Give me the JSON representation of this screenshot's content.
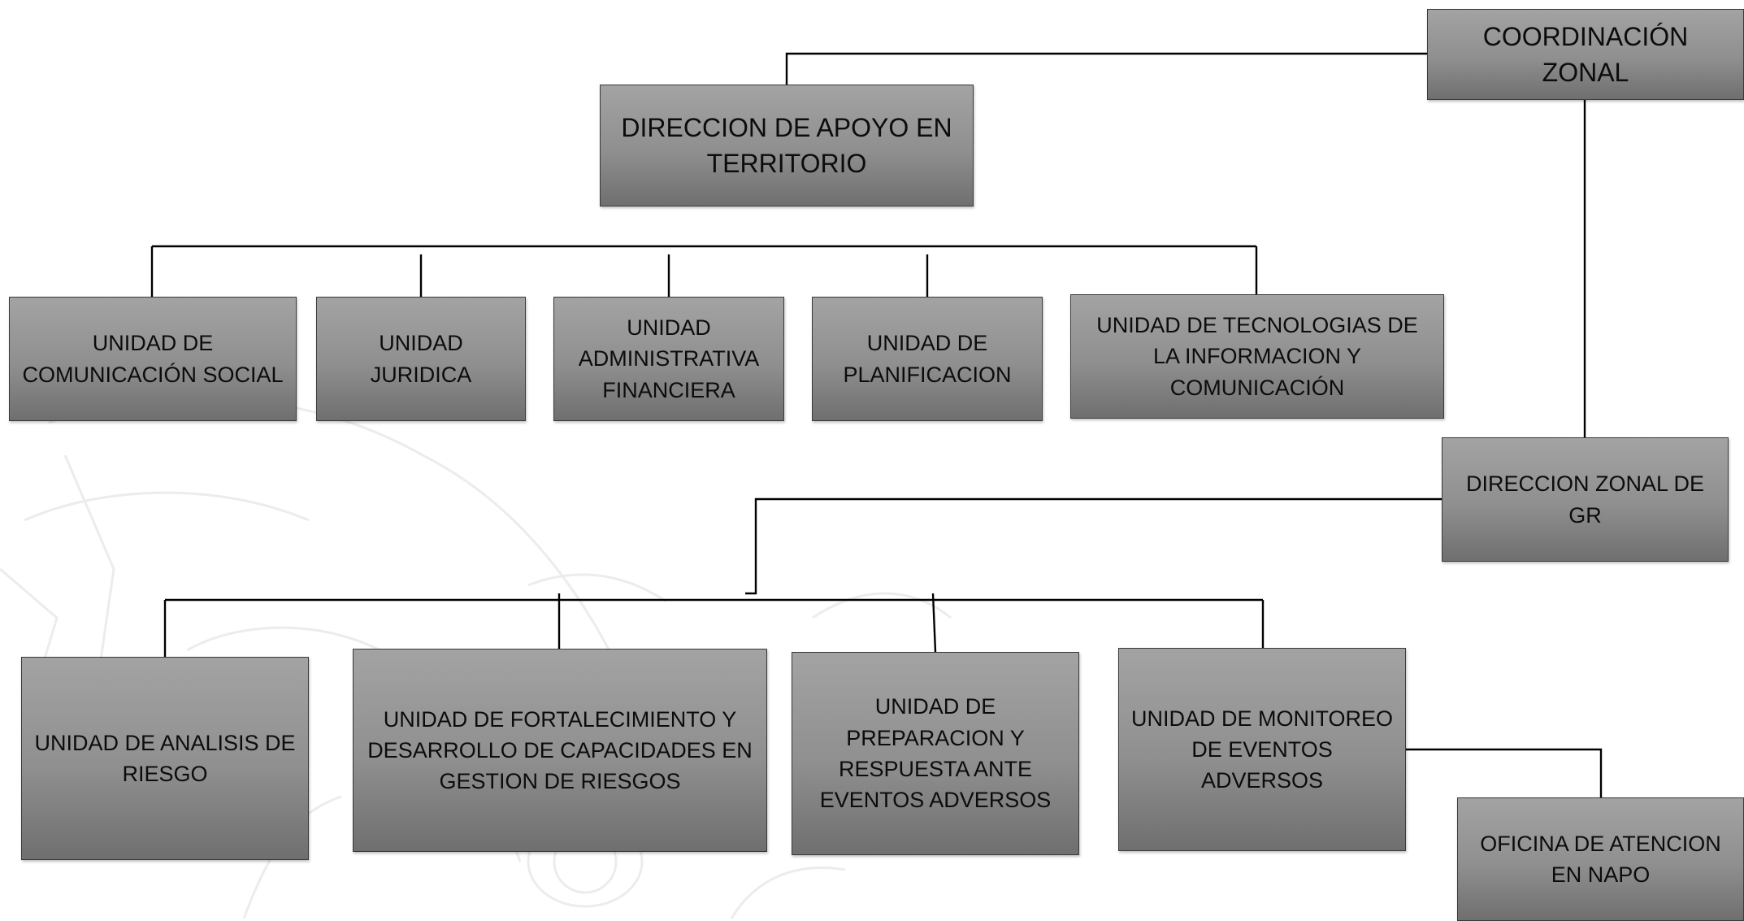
{
  "nodes": {
    "coordinacion_zonal": "COORDINACIÓN ZONAL",
    "direccion_apoyo": "DIRECCION DE APOYO EN TERRITORIO",
    "unidad_comunicacion": "UNIDAD DE COMUNICACIÓN SOCIAL",
    "unidad_juridica": "UNIDAD JURIDICA",
    "unidad_administrativa": "UNIDAD ADMINISTRATIVA FINANCIERA",
    "unidad_planificacion": "UNIDAD DE PLANIFICACION",
    "unidad_tecnologias": "UNIDAD DE TECNOLOGIAS DE LA INFORMACION Y COMUNICACIÓN",
    "direccion_zonal_gr": "DIRECCION ZONAL DE GR",
    "unidad_analisis": "UNIDAD DE ANALISIS DE RIESGO",
    "unidad_fortalecimiento": "UNIDAD DE FORTALECIMIENTO Y DESARROLLO DE CAPACIDADES EN GESTION DE RIESGOS",
    "unidad_preparacion": "UNIDAD DE PREPARACION Y RESPUESTA ANTE EVENTOS ADVERSOS",
    "unidad_monitoreo": "UNIDAD DE MONITOREO DE EVENTOS ADVERSOS",
    "oficina_napo": "OFICINA DE ATENCION EN NAPO"
  },
  "colors": {
    "box_top": "#a3a3a3",
    "box_bottom": "#6f6f6f",
    "border": "#3a3a3a",
    "line": "#000000",
    "watermark": "#ececec"
  }
}
